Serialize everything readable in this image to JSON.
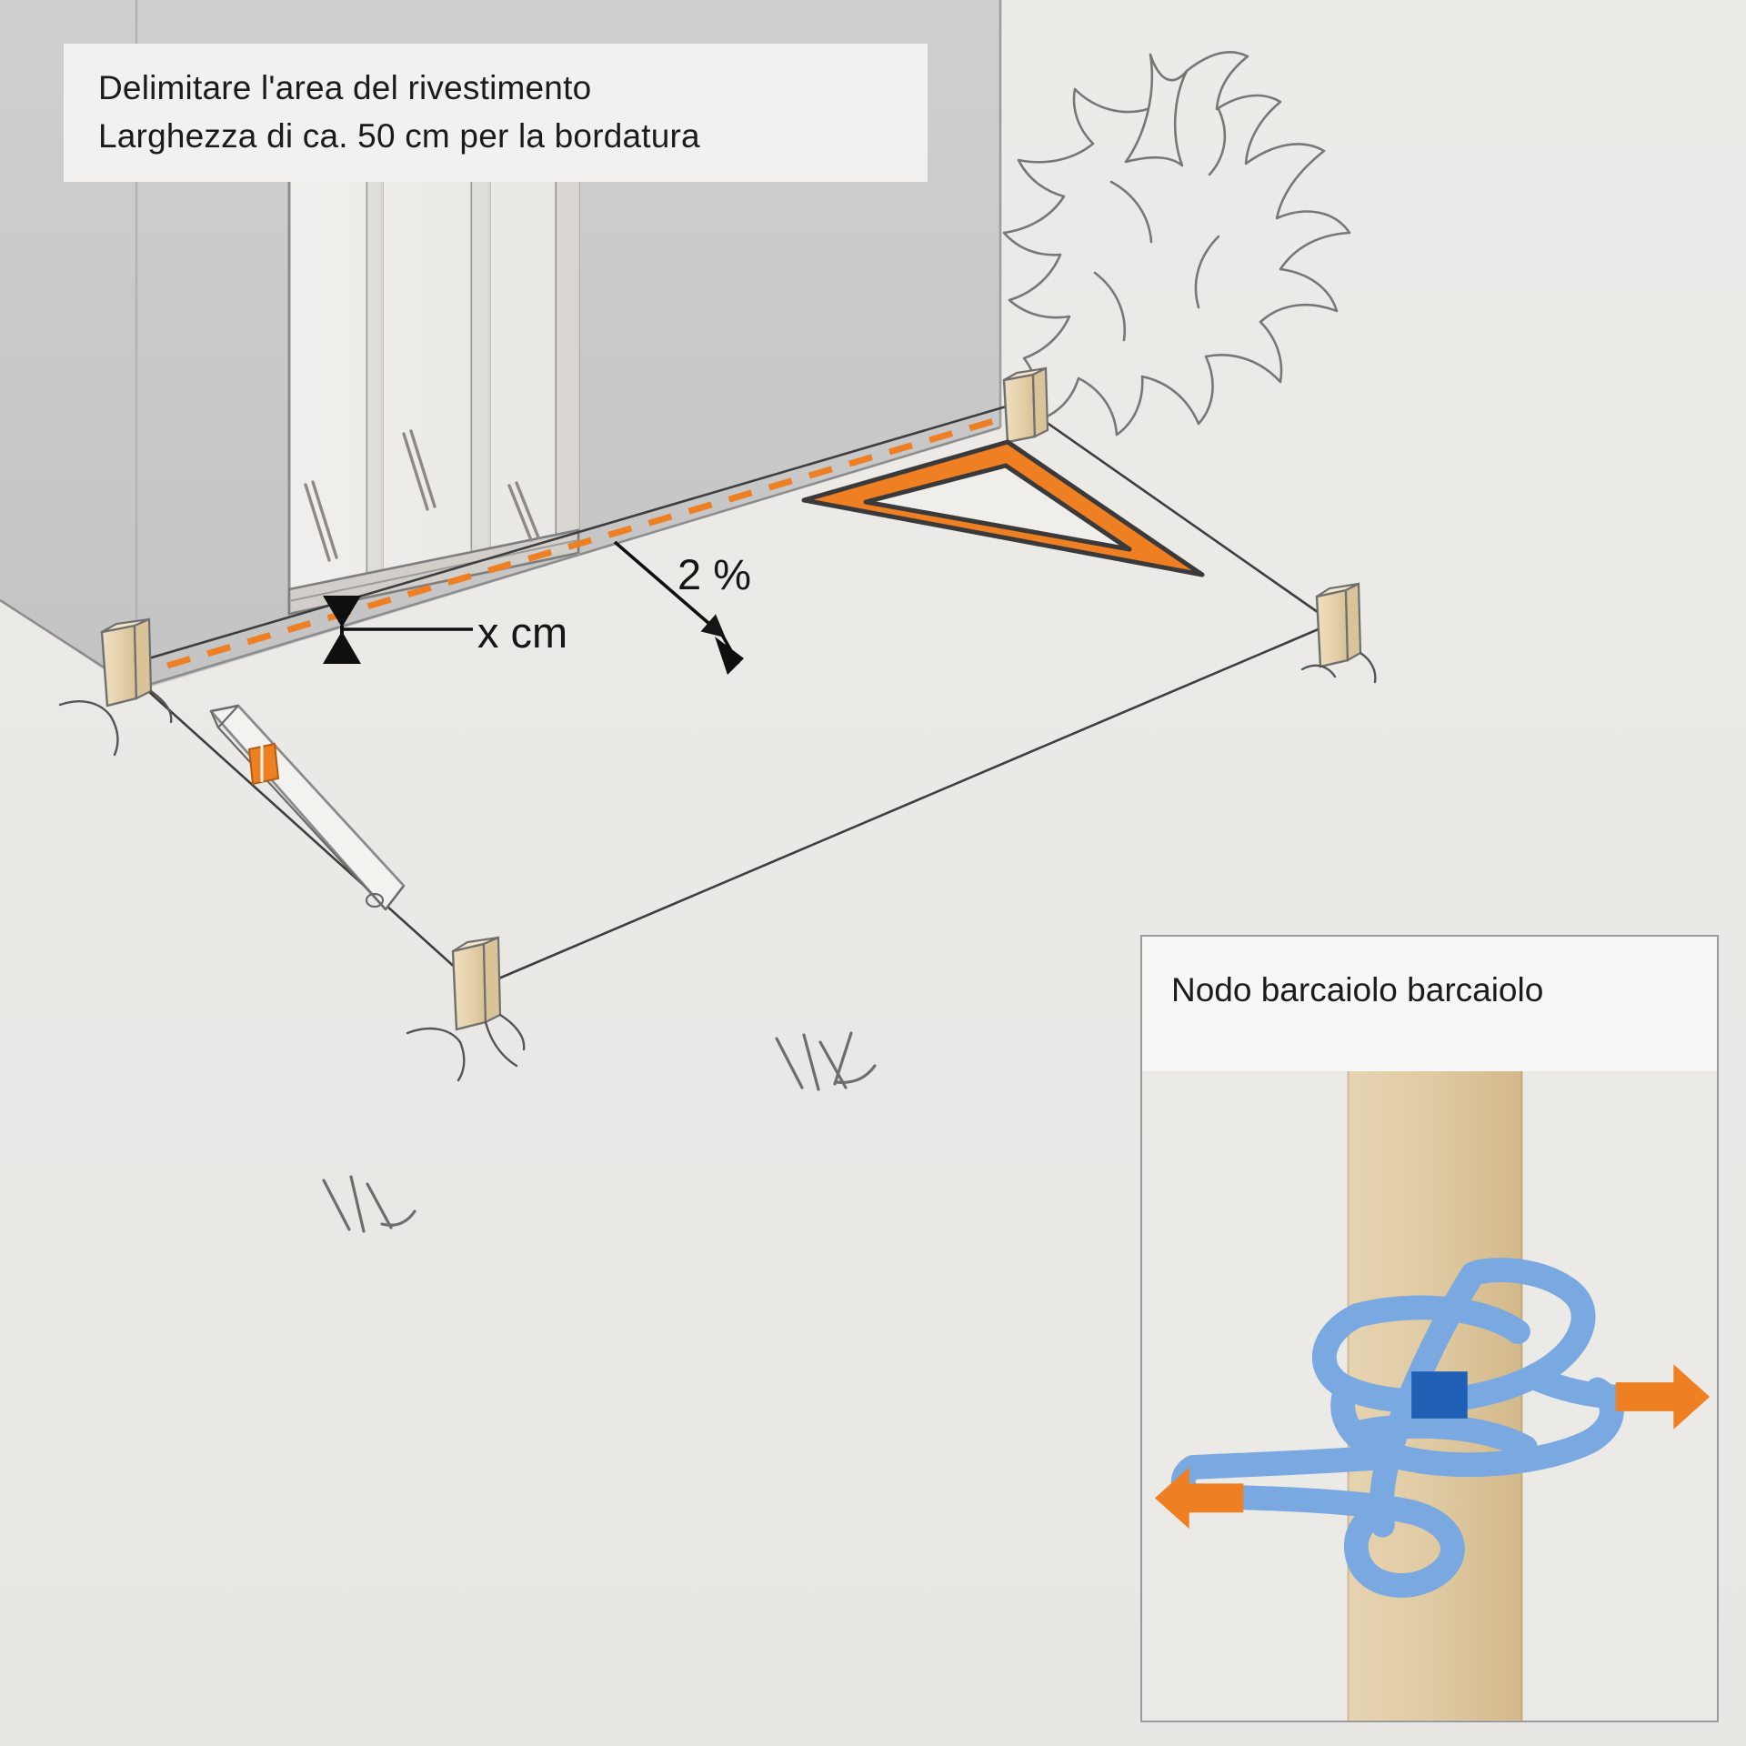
{
  "diagram": {
    "title_lines": [
      "Delimitare l'area del rivestimento",
      "Larghezza di ca. 50 cm per la bordatura"
    ],
    "slope_label": "2 %",
    "distance_label": "x cm",
    "colors": {
      "accent_orange": "#ee7f22",
      "stringline": "#4a4a4a",
      "wall_gray": "#c9c9c9",
      "ground": "#eceae7",
      "wood_tan": "#e8d7b5",
      "rope_blue": "#7aa8e0",
      "knot_marker_blue": "#1f5fb4"
    },
    "elements": {
      "wall": "house-wall",
      "door": "glass-sliding-door",
      "stakes": "corner-stakes",
      "string": "layout-string-line",
      "set_square": "orange-set-square",
      "batten": "wooden-batten-level",
      "dashed_guide": "orange-dashed-edge-line",
      "slope_arrow": "slope-direction-arrow",
      "dimension_marker": "height-dimension-marker",
      "grass": "grass-tufts",
      "shrub": "background-shrub"
    }
  },
  "inset": {
    "title": "Nodo barcaiolo barcaiolo",
    "post": "wooden-post",
    "rope": "blue-rope",
    "arrows": [
      "arrow-right",
      "arrow-left"
    ],
    "marker": "blue-square-marker"
  }
}
